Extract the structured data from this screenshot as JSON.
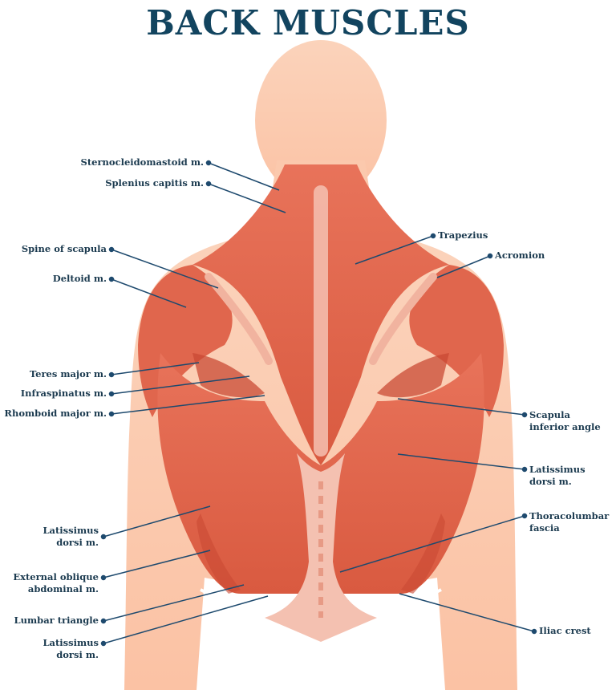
{
  "title": "BACK MUSCLES",
  "colors": {
    "title": "#12445f",
    "label": "#1b3a4f",
    "leader": "#1e4a6e",
    "skin": "#fbc9ad",
    "muscle": "#e0664d",
    "muscle_dark": "#c94a34",
    "fascia": "#f4c1b1"
  },
  "labels": {
    "sternocleidomastoid": "Sternocleidomastoid m.",
    "splenius": "Splenius capitis m.",
    "spine_scapula": "Spine of scapula",
    "deltoid": "Deltoid m.",
    "teres": "Teres major m.",
    "infraspinatus": "Infraspinatus m.",
    "rhomboid": "Rhomboid major m.",
    "latissimus_left_1": "Latissimus",
    "latissimus_left_2": "dorsi m.",
    "external_oblique_1": "External oblique",
    "external_oblique_2": "abdominal m.",
    "lumbar_triangle": "Lumbar triangle",
    "latissimus_bottom_1": "Latissimus",
    "latissimus_bottom_2": "dorsi m.",
    "trapezius": "Trapezius",
    "acromion": "Acromion",
    "scapula_angle_1": "Scapula",
    "scapula_angle_2": "inferior angle",
    "latissimus_right_1": "Latissimus",
    "latissimus_right_2": "dorsi m.",
    "thoracolumbar_1": "Thoracolumbar",
    "thoracolumbar_2": "fascia",
    "iliac_crest": "Iliac crest"
  }
}
